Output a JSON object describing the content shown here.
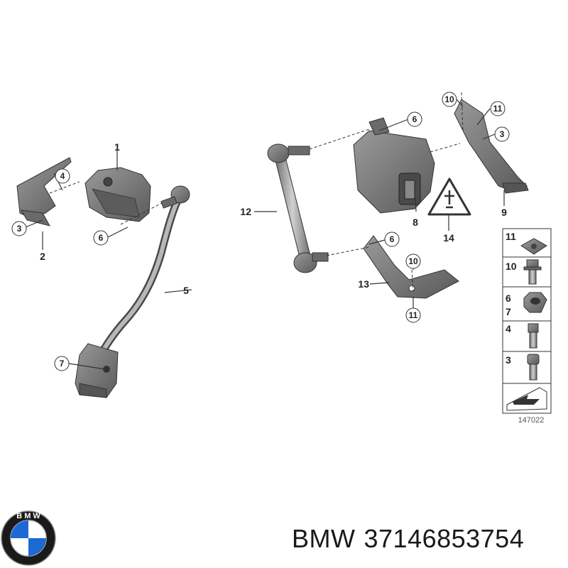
{
  "diagram": {
    "callouts": {
      "c1": "1",
      "c2": "2",
      "c3a": "3",
      "c4": "4",
      "c5": "5",
      "c6a": "6",
      "c7": "7",
      "c6b": "6",
      "c8": "8",
      "c10a": "10",
      "c11a": "11",
      "c3b": "3",
      "c9": "9",
      "c12": "12",
      "c14": "14",
      "c6c": "6",
      "c10b": "10",
      "c13": "13",
      "c11b": "11"
    },
    "parts_panel": {
      "rows": [
        {
          "labels": [
            "11"
          ],
          "icon": "clip-nut-icon"
        },
        {
          "labels": [
            "10"
          ],
          "icon": "flange-bolt-icon"
        },
        {
          "labels": [
            "6",
            "7"
          ],
          "icon": "hex-nut-icon"
        },
        {
          "labels": [
            "4"
          ],
          "icon": "hex-bolt-icon"
        },
        {
          "labels": [
            "3"
          ],
          "icon": "socket-bolt-icon"
        },
        {
          "labels": [],
          "icon": "wedge-arrow-icon"
        }
      ],
      "reference_number": "147022"
    },
    "colors": {
      "parts": "#7a7a7a",
      "dark": "#4a4a4a",
      "line": "#333333"
    }
  },
  "footer": {
    "brand": "BMW",
    "part_number": "37146853754"
  }
}
